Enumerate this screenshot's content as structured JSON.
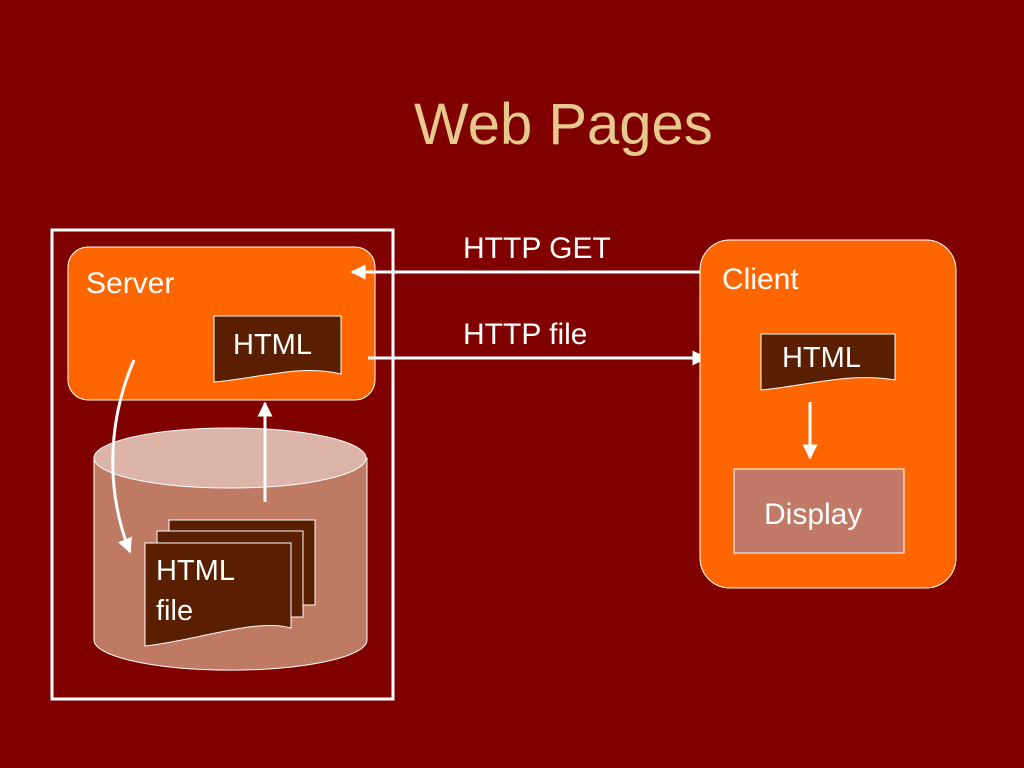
{
  "slide": {
    "title": "Web Pages"
  },
  "server": {
    "label": "Server",
    "doc_label": "HTML"
  },
  "storage": {
    "doc_line1": "HTML",
    "doc_line2": "file"
  },
  "client": {
    "label": "Client",
    "doc_label": "HTML",
    "display_label": "Display"
  },
  "edges": {
    "request_label": "HTTP GET",
    "response_label": "HTTP file"
  },
  "colors": {
    "background": "#800000",
    "title": "#e8c98d",
    "box_orange": "#ff6600",
    "document_brown": "#5a1f00",
    "cylinder_body": "#bf7a64",
    "cylinder_top": "#dcb4a8",
    "display_fill": "#c07a67",
    "line_white": "#ffffff"
  }
}
